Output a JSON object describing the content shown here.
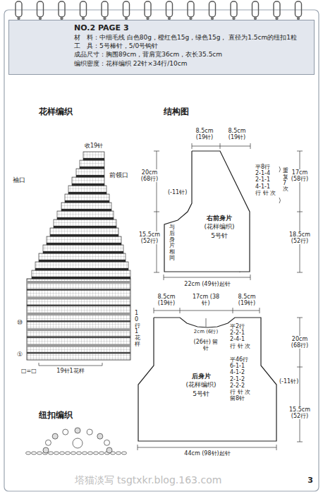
{
  "diagram": {
    "nodes": [
      {
        "text": [
          "NO.2 PAGE 3",
          "材　料：中细毛线 白色80g，橙红色15g，绿色15g， 直径为1.5cm的纽扣1粒",
          "工　具：5号棒针，5/0号钩针",
          "成品尺寸：胸围89cm，背肩宽36cm，衣长35.5cm",
          "编织密度：花样编织 22针×34行/10cm"
        ]
      },
      {
        "text": [
          "右前身片",
          "(花样编织)",
          "5号针"
        ]
      },
      {
        "text": [
          "后身片",
          "(花样编织)",
          "5号针"
        ]
      }
    ],
    "labels": [
      "花样编织",
      "收19针",
      "袖口",
      "前领口",
      "⑩",
      "①",
      "19针1花样",
      "10行1花样",
      "□=□",
      "纽扣编织",
      "结构图",
      "8.5cm (19针)",
      "8.5cm (19针)",
      "20cm (68行)",
      "15.5cm (52行)",
      "(-11针)",
      "与后身片相同",
      "平8行 2-1-4 2-1-1 4-1-1 行 针 次",
      "重复7次",
      "17cm (58行)",
      "18.5cm (52行)",
      "22cm (49针)起针",
      "8.5cm (19针)",
      "17cm (38针)",
      "8.5cm (19针)",
      "2cm (6行)",
      "(26针) 留针",
      "平2行 2-2-1 2-4-1 行 针 次",
      "平46行 6-1-1 4-1-2 2-1-2 2-2-2 行 针 次 留8针",
      "(-11针)",
      "20cm (68行)",
      "15.5cm (52行)",
      "44cm (98针)起针",
      "塔猫淡写 tsgtxkr.blog.163.com",
      "3"
    ]
  }
}
